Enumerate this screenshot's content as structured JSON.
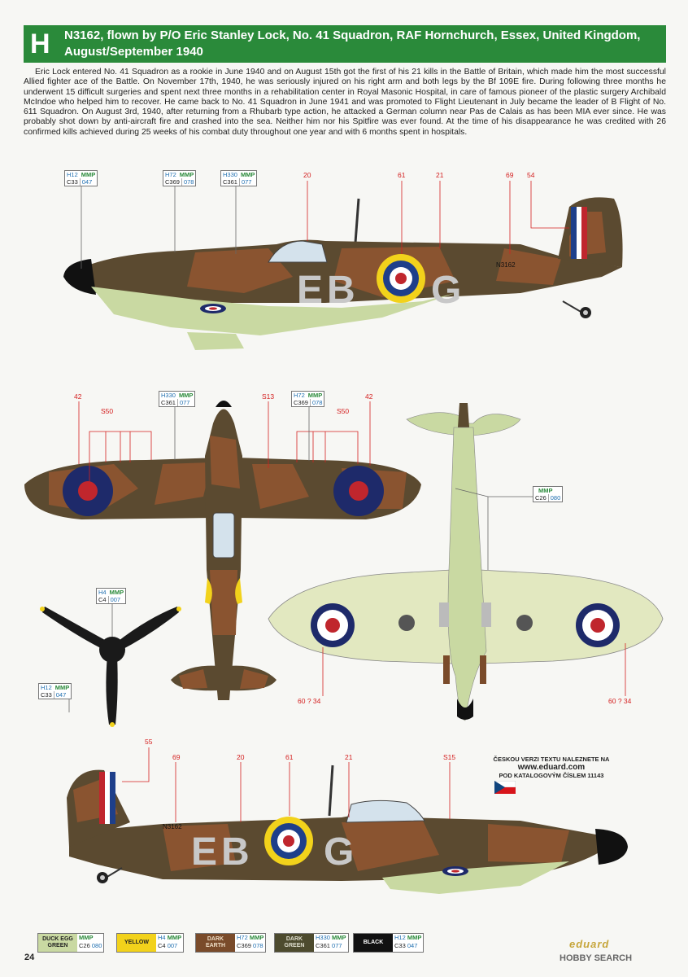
{
  "header": {
    "letter": "H",
    "title": "N3162, flown by P/O Eric Stanley Lock, No. 41 Squadron, RAF Hornchurch, Essex, United Kingdom, August/September 1940"
  },
  "description": "Eric Lock entered No. 41 Squadron as a rookie in June 1940 and on August 15th got the first of his 21 kills in the Battle of Britain, which made him the most successful Allied fighter ace of the Battle. On November 17th, 1940, he was seriously injured on his right arm and both legs by the Bf 109E fire. During following three months he underwent 15 difficult surgeries and spent next three months in a rehabilitation center in Royal Masonic Hospital, in care of famous pioneer of the plastic surgery Archibald McIndoe who helped him to recover. He came back to No. 41 Squadron in June 1941 and was promoted to Flight Lieutenant in July became the leader of B Flight of No. 611 Squadron. On August 3rd, 1940, after returning from a Rhubarb type action, he attacked a German column near Pas de Calais as has been MIA ever since. He was probably shot down by anti-aircraft fire and crashed into the sea. Neither him nor his Spitfire was ever found. At the time of his disappearance he was credited with 26 confirmed kills achieved during 25 weeks of his combat duty throughout one year and with 6 months spent in hospitals.",
  "markings": {
    "code_left": "E",
    "code_mid": "B",
    "code_right": "G",
    "serial": "N3162"
  },
  "tags": {
    "t1": {
      "top_a": "H12",
      "top_b": "MMP",
      "bot_a": "C33",
      "bot_b": "047"
    },
    "t2": {
      "top_a": "H72",
      "top_b": "MMP",
      "bot_a": "C369",
      "bot_b": "078"
    },
    "t3": {
      "top_a": "H330",
      "top_b": "MMP",
      "bot_a": "C361",
      "bot_b": "077"
    },
    "t4": {
      "top_a": "H330",
      "top_b": "MMP",
      "bot_a": "C361",
      "bot_b": "077"
    },
    "t5": {
      "top_a": "H72",
      "top_b": "MMP",
      "bot_a": "C369",
      "bot_b": "078"
    },
    "t6": {
      "top_a": "",
      "top_b": "MMP",
      "bot_a": "C26",
      "bot_b": "080"
    },
    "t7": {
      "top_a": "H4",
      "top_b": "MMP",
      "bot_a": "C4",
      "bot_b": "007"
    },
    "t8": {
      "top_a": "H12",
      "top_b": "MMP",
      "bot_a": "C33",
      "bot_b": "047"
    }
  },
  "callouts": {
    "c20a": "20",
    "c61a": "61",
    "c21a": "21",
    "c69a": "69",
    "c54": "54",
    "c42a": "42",
    "c50a": "S50",
    "c13": "S13",
    "c50b": "S50",
    "c42b": "42",
    "c60a": "60 ? 34",
    "c60b": "60 ? 34",
    "c55": "55",
    "c69b": "69",
    "c20b": "20",
    "c61b": "61",
    "c21b": "21",
    "c15": "S15"
  },
  "czech": {
    "line1": "ČESKOU VERZI TEXTU NALEZNETE NA",
    "url": "www.eduard.com",
    "line3": "POD KATALOGOVÝM ČÍSLEM 11143"
  },
  "legend": [
    {
      "name": "DUCK EGG GREEN",
      "h": "",
      "mmp": "MMP",
      "c": "C26",
      "n": "080",
      "color": "#c9d9a2",
      "text": "#222222"
    },
    {
      "name": "YELLOW",
      "h": "H4",
      "mmp": "MMP",
      "c": "C4",
      "n": "007",
      "color": "#f2d21b",
      "text": "#222222"
    },
    {
      "name": "DARK EARTH",
      "h": "H72",
      "mmp": "MMP",
      "c": "C369",
      "n": "078",
      "color": "#7a4b2a",
      "text": "#f0e0c8"
    },
    {
      "name": "DARK GREEN",
      "h": "H330",
      "mmp": "MMP",
      "c": "C361",
      "n": "077",
      "color": "#4d4b2e",
      "text": "#e0e0d0"
    },
    {
      "name": "BLACK",
      "h": "H12",
      "mmp": "MMP",
      "c": "C33",
      "n": "047",
      "color": "#111111",
      "text": "#ffffff"
    }
  ],
  "page_number": "24",
  "brand": "eduard",
  "watermark": "HOBBY SEARCH"
}
